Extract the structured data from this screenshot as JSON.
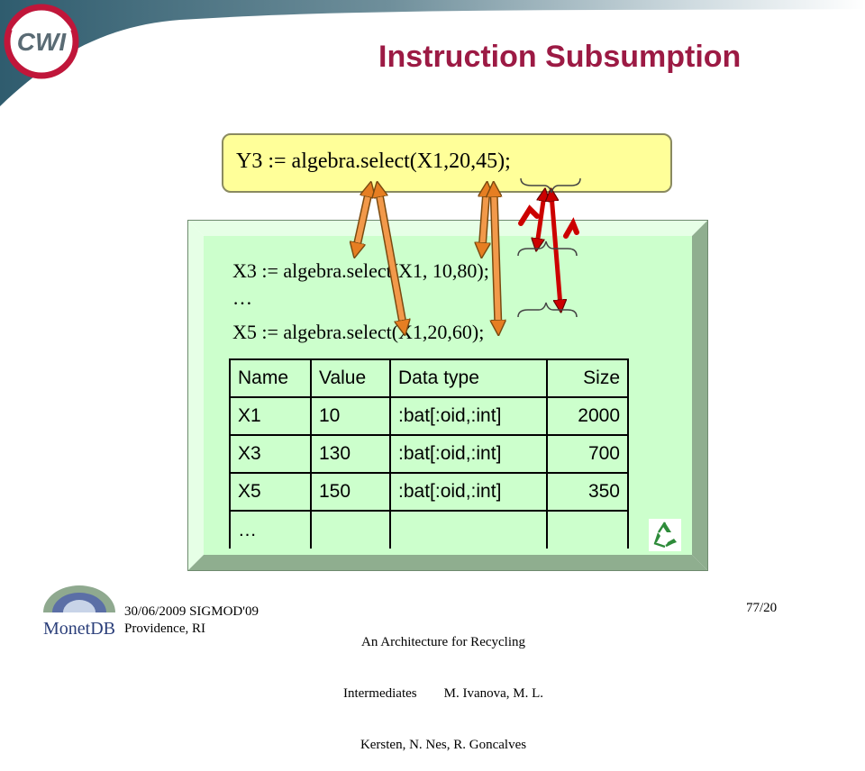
{
  "title": "Instruction Subsumption",
  "logos": {
    "top_left": "CWI",
    "bottom_left": "MonetDB"
  },
  "query_box": {
    "code": "Y3 := algebra.select(X1,20,45);"
  },
  "program": {
    "line1": "X3 := algebra.select(X1, 10,80);",
    "ellipsis": "…",
    "line2": "X5 := algebra.select(X1,20,60);"
  },
  "table": {
    "headers": [
      "Name",
      "Value",
      "Data type",
      "Size"
    ],
    "rows": [
      [
        "X1",
        "10",
        ":bat[:oid,:int]",
        "2000"
      ],
      [
        "X3",
        "130",
        ":bat[:oid,:int]",
        "700"
      ],
      [
        "X5",
        "150",
        ":bat[:oid,:int]",
        "350"
      ],
      [
        "…",
        "",
        "",
        ""
      ]
    ]
  },
  "footer": {
    "date": "30/06/2009 SIGMOD'09",
    "place": "Providence, RI",
    "paper_line1": "An Architecture for Recycling",
    "paper_line2": "Intermediates        M. Ivanova, M. L.",
    "paper_line3": "Kersten, N. Nes, R. Goncalves",
    "page": "77/20"
  },
  "icons": [
    "cwi-logo",
    "monetdb-logo",
    "recycle-icon"
  ],
  "colors": {
    "title": "#9c1a44",
    "query_box": "#ffff99",
    "panel": "#ccffcc",
    "arrow_orange": "#f2994a",
    "arrow_red": "#cc0000"
  }
}
